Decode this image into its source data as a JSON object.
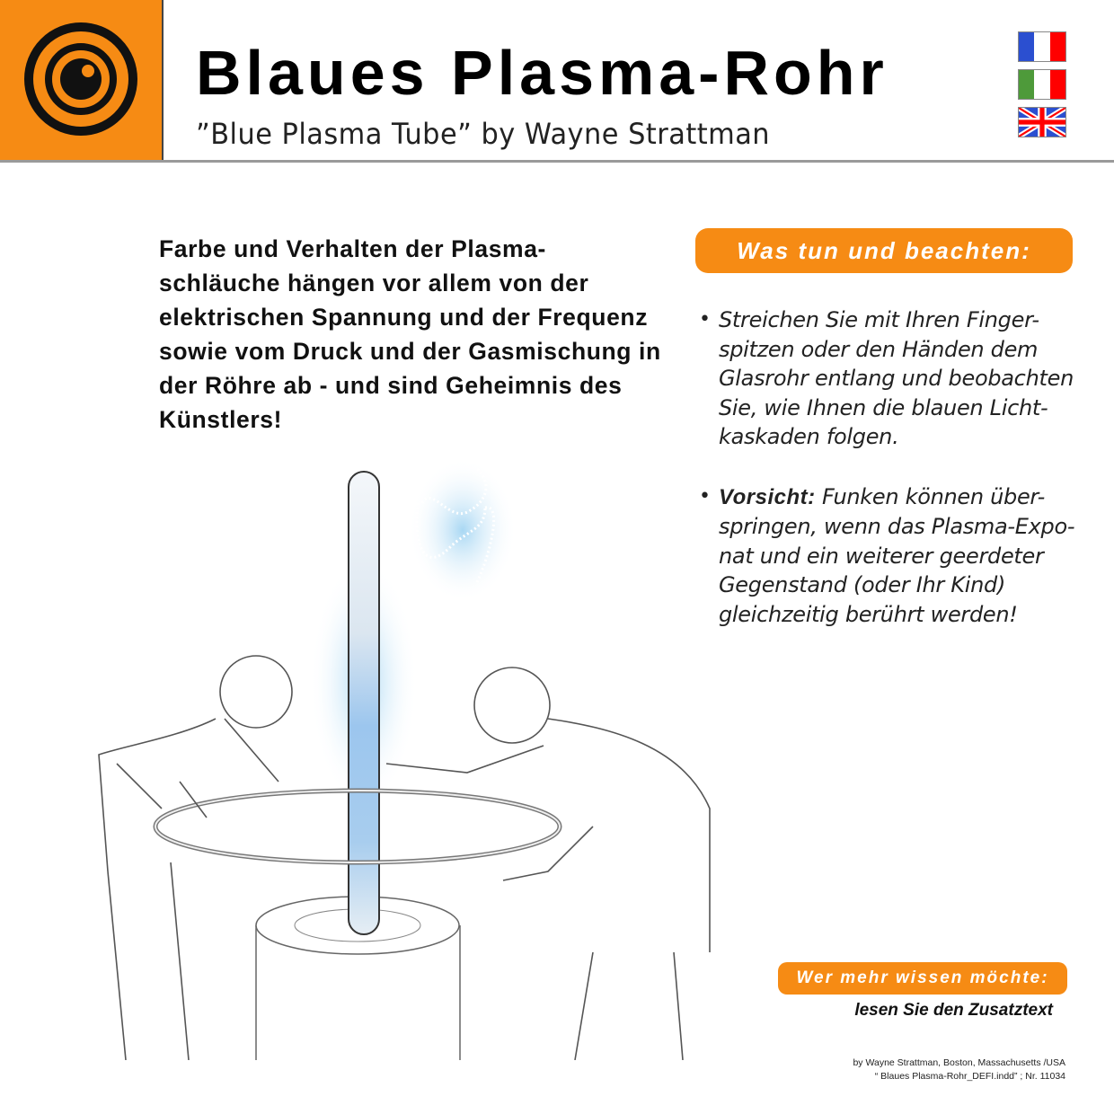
{
  "header": {
    "title": "Blaues Plasma-Rohr",
    "subtitle": "”Blue Plasma Tube” by Wayne Strattman",
    "logo_icon": "target-eye-icon",
    "brand_color": "#f68b14"
  },
  "languages": [
    {
      "code": "fr",
      "icon": "flag-france-icon",
      "colors": [
        "#2b4fd0",
        "#ffffff",
        "#ff0000"
      ]
    },
    {
      "code": "it",
      "icon": "flag-italy-icon",
      "colors": [
        "#4e9a3a",
        "#ffffff",
        "#ff0000"
      ]
    },
    {
      "code": "en",
      "icon": "flag-uk-icon",
      "colors": [
        "#2b4fd0",
        "#ffffff",
        "#ff0000"
      ]
    }
  ],
  "intro": {
    "text": "Farbe und Verhalten der Plasma-schläuche hängen vor allem von der elektrischen Spannung und der Frequenz sowie vom Druck und der Gasmischung in der Röhre ab - und sind Geheimnis des Künstlers!"
  },
  "instructions": {
    "heading": "Was tun und beachten:",
    "items": [
      {
        "bold": "",
        "text": "Streichen Sie mit Ihren Finger-spitzen oder den Händen dem Glasrohr entlang und beobachten Sie, wie Ihnen die blauen Licht-kaskaden folgen."
      },
      {
        "bold": "Vorsicht:",
        "text": " Funken können über-springen, wenn das Plasma-Expo-nat und ein weiterer geerdeter Gegenstand (oder Ihr Kind) gleichzeitig berührt werden!"
      }
    ],
    "bullet": "•"
  },
  "more_info": {
    "heading": "Wer mehr wissen möchte:",
    "text": "lesen Sie den Zusatztext"
  },
  "credits": {
    "line1": "by Wayne Strattman, Boston, Massachusetts /USA",
    "line2": "“ Blaues Plasma-Rohr_DEFI.indd” ; Nr. 11034"
  },
  "illustration": {
    "description": "Two people touching a glowing blue plasma tube surrounded by a ring railing",
    "glow_color": "#9fd3f2"
  }
}
